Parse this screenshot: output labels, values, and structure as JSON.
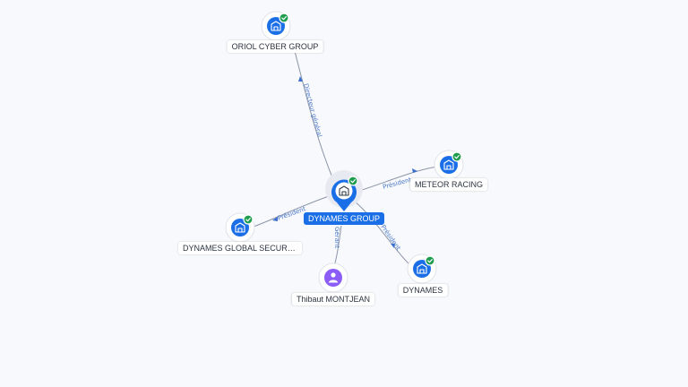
{
  "graph": {
    "colors": {
      "accent": "#1a6ee6",
      "verified": "#1f9d4e",
      "person": "#8b5cf6",
      "edge": "#8a95a8",
      "edge_label": "#4a78c8"
    },
    "nodes": {
      "central": {
        "label": "DYNAMES GROUP",
        "icon": "building-icon",
        "verified": true
      },
      "oriol": {
        "label": "ORIOL CYBER GROUP",
        "icon": "building-icon",
        "verified": true
      },
      "meteor": {
        "label": "METEOR RACING",
        "icon": "building-icon",
        "verified": true
      },
      "global": {
        "label": "DYNAMES GLOBAL SECURITY",
        "icon": "building-icon",
        "verified": true
      },
      "dynames": {
        "label": "DYNAMES",
        "icon": "building-icon",
        "verified": true
      },
      "thibaut": {
        "label": "Thibaut MONTJEAN",
        "icon": "person-icon",
        "verified": false
      }
    },
    "edges": {
      "oriol": {
        "label": "Directeur général"
      },
      "meteor": {
        "label": "Président"
      },
      "global": {
        "label": "Président"
      },
      "dynames": {
        "label": "Président"
      },
      "thibaut": {
        "label": "Gérant"
      }
    }
  }
}
